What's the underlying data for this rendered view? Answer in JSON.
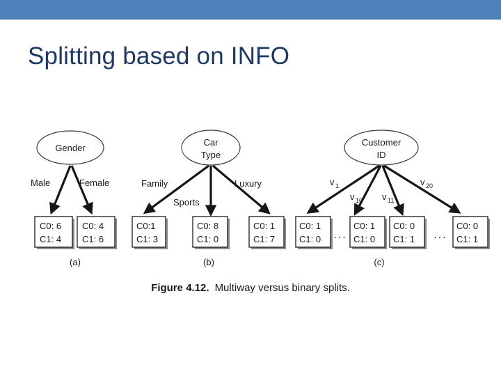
{
  "slide": {
    "title": "Splitting based on INFO",
    "banner_color": "#4F81BD",
    "title_color": "#1F3864",
    "background_color": "#FFFFFF"
  },
  "figure": {
    "caption_number": "Figure 4.12.",
    "caption_text": "Multiway versus binary splits.",
    "panels": [
      {
        "id": "a",
        "label": "(a)",
        "root": {
          "lines": [
            "Gender"
          ]
        },
        "edges": [
          {
            "label": "Male",
            "sub": ""
          },
          {
            "label": "Female",
            "sub": ""
          }
        ],
        "leaves": [
          {
            "line1": "C0: 6",
            "line2": "C1: 4"
          },
          {
            "line1": "C0: 4",
            "line2": "C1: 6"
          }
        ],
        "ellipses": []
      },
      {
        "id": "b",
        "label": "(b)",
        "root": {
          "lines": [
            "Car",
            "Type"
          ]
        },
        "edges": [
          {
            "label": "Family",
            "sub": ""
          },
          {
            "label": "Sports",
            "sub": ""
          },
          {
            "label": "Luxury",
            "sub": ""
          }
        ],
        "leaves": [
          {
            "line1": "C0:1",
            "line2": "C1: 3"
          },
          {
            "line1": "C0: 8",
            "line2": "C1: 0"
          },
          {
            "line1": "C0: 1",
            "line2": "C1: 7"
          }
        ],
        "ellipses": []
      },
      {
        "id": "c",
        "label": "(c)",
        "root": {
          "lines": [
            "Customer",
            "ID"
          ]
        },
        "edges": [
          {
            "label": "v",
            "sub": "1"
          },
          {
            "label": "v",
            "sub": "10"
          },
          {
            "label": "v",
            "sub": "11"
          },
          {
            "label": "v",
            "sub": "20"
          }
        ],
        "leaves": [
          {
            "line1": "C0: 1",
            "line2": "C1: 0"
          },
          {
            "line1": "C0: 1",
            "line2": "C1: 0"
          },
          {
            "line1": "C0: 0",
            "line2": "C1: 1"
          },
          {
            "line1": "C0: 0",
            "line2": "C1: 1"
          }
        ],
        "ellipses": [
          "...",
          "..."
        ]
      }
    ]
  }
}
